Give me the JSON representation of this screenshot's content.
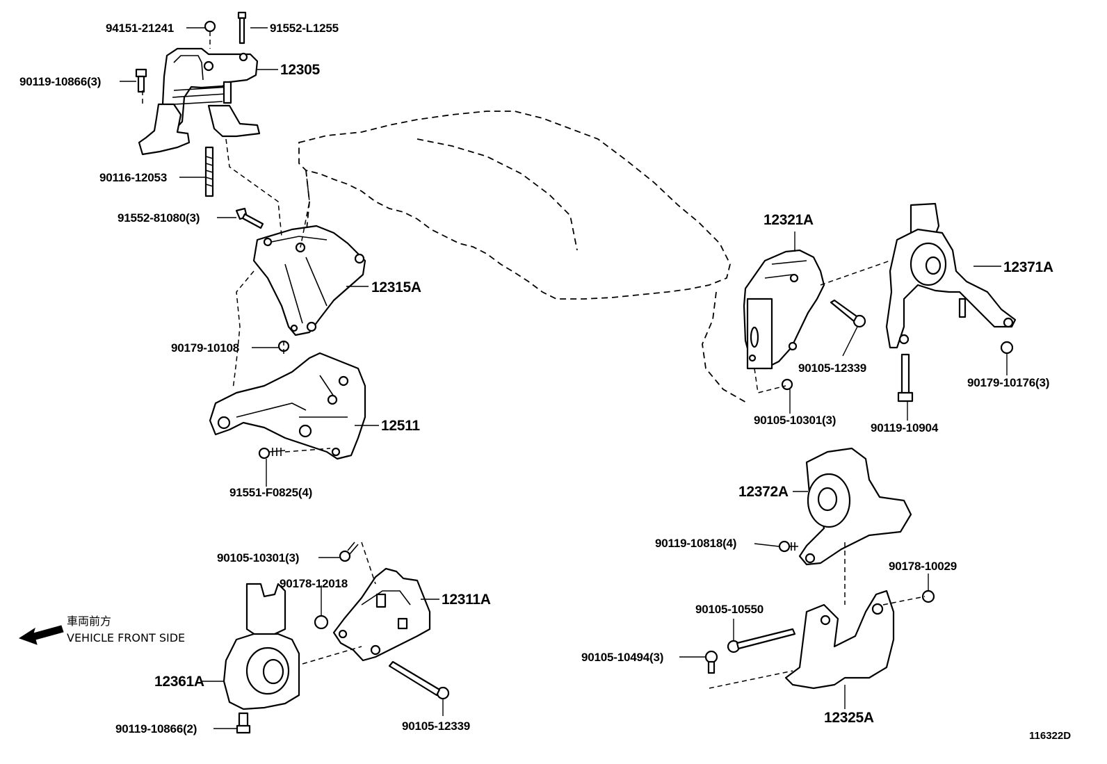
{
  "diagram": {
    "parts": [
      "94151-21241",
      "91552-L1255",
      "12305",
      "90119-10866(3)",
      "90116-12053",
      "91552-81080(3)",
      "12315A",
      "90179-10108",
      "12511",
      "91551-F0825(4)",
      "90105-10301(3)",
      "90178-12018",
      "12311A",
      "12361A",
      "90119-10866(2)",
      "90105-12339",
      "12321A",
      "12371A",
      "90105-12339",
      "90179-10176(3)",
      "90105-10301(3)",
      "90119-10904",
      "12372A",
      "90119-10818(4)",
      "90178-10029",
      "90105-10550",
      "90105-10494(3)",
      "12325A"
    ],
    "direction_label_jp": "車両前方",
    "direction_label_en": "VEHICLE FRONT SIDE",
    "reference_number": "116322D"
  }
}
